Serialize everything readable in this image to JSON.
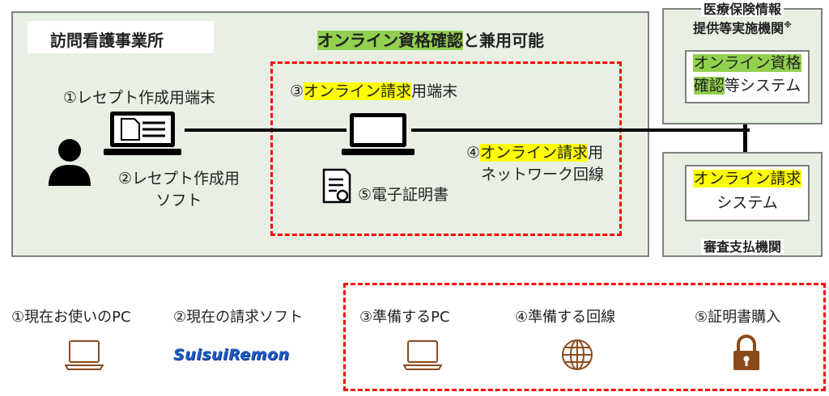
{
  "office": {
    "title": "訪問看護事業所"
  },
  "shared_use": {
    "part1": "オンライン資格確認",
    "part2": "と兼用可能"
  },
  "terminal1": {
    "label": "①レセプト作成用端末"
  },
  "software": {
    "line1": "②レセプト作成用",
    "line2": "ソフト"
  },
  "terminal3": {
    "prefix": "③",
    "highlight": "オンライン請求",
    "suffix": "用端末"
  },
  "network": {
    "prefix": "④",
    "highlight": "オンライン請求",
    "suffix": "用",
    "line2": "ネットワーク回線"
  },
  "certificate": {
    "label": "⑤電子証明書"
  },
  "provider": {
    "title_line1": "医療保険情報",
    "title_line2": "提供等実施機関",
    "title_mark": "※",
    "system_line1": "オンライン資格",
    "system_line2_hl": "確認",
    "system_line2_rest": "等システム"
  },
  "payer": {
    "system_line1": "オンライン請求",
    "system_line2": "システム",
    "title": "審査支払機関"
  },
  "legend": {
    "pc_current": "①現在お使いのPC",
    "soft_current": "②現在の請求ソフト",
    "brand": "SuisuiRemon",
    "pc_prepare": "③準備するPC",
    "line_prepare": "④準備する回線",
    "cert_buy": "⑤証明書購入"
  },
  "colors": {
    "dash": "#ff0000",
    "highlight_yellow": "#ffff00",
    "highlight_green": "#92d050",
    "icon_brown": "#8b4a1c"
  }
}
